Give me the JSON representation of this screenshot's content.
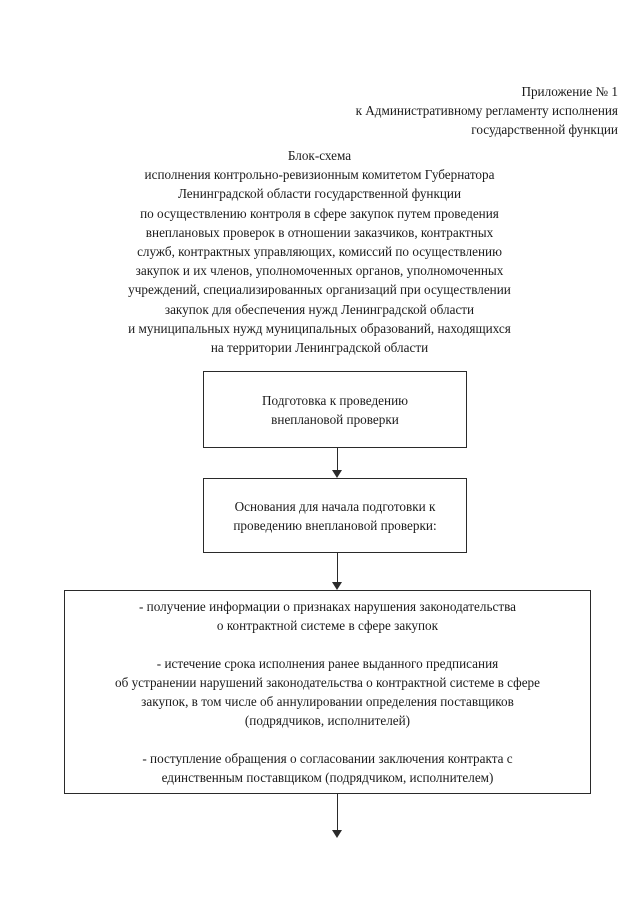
{
  "document": {
    "header": {
      "lines": [
        "Приложение № 1",
        "к Административному регламенту исполнения",
        "государственной функции"
      ]
    },
    "title": {
      "lines": [
        "Блок-схема",
        "исполнения контрольно-ревизионным комитетом Губернатора",
        "Ленинградской области государственной функции",
        "по осуществлению контроля в сфере закупок путем проведения",
        "внеплановых проверок в отношении заказчиков, контрактных",
        "служб, контрактных управляющих, комиссий по осуществлению",
        "закупок и их членов, уполномоченных органов, уполномоченных",
        "учреждений, специализированных организаций при осуществлении",
        "закупок для обеспечения нужд Ленинградской области",
        "и муниципальных нужд муниципальных образований, находящихся",
        "на территории Ленинградской области"
      ]
    },
    "flowchart": {
      "box_preparation": {
        "lines": [
          "Подготовка к проведению",
          "внеплановой проверки"
        ]
      },
      "box_grounds": {
        "lines": [
          "Основания для начала подготовки к",
          "проведению внеплановой проверки:"
        ]
      },
      "box_grounds_list": {
        "items": [
          {
            "lines": [
              "- получение информации о признаках нарушения законодательства",
              "о контрактной системе в сфере закупок"
            ]
          },
          {
            "lines": [
              "- истечение срока исполнения ранее выданного предписания",
              "об устранении нарушений законодательства о контрактной системе в сфере",
              "закупок, в том числе об аннулировании определения поставщиков",
              "(подрядчиков, исполнителей)"
            ]
          },
          {
            "lines": [
              "- поступление обращения о согласовании заключения контракта с",
              "единственным поставщиком (подрядчиком, исполнителем)"
            ]
          }
        ]
      }
    },
    "colors": {
      "page_background": "#ffffff",
      "text": "#1a1a1a",
      "box_border": "#2a2a2a",
      "connector": "#2a2a2a"
    }
  }
}
